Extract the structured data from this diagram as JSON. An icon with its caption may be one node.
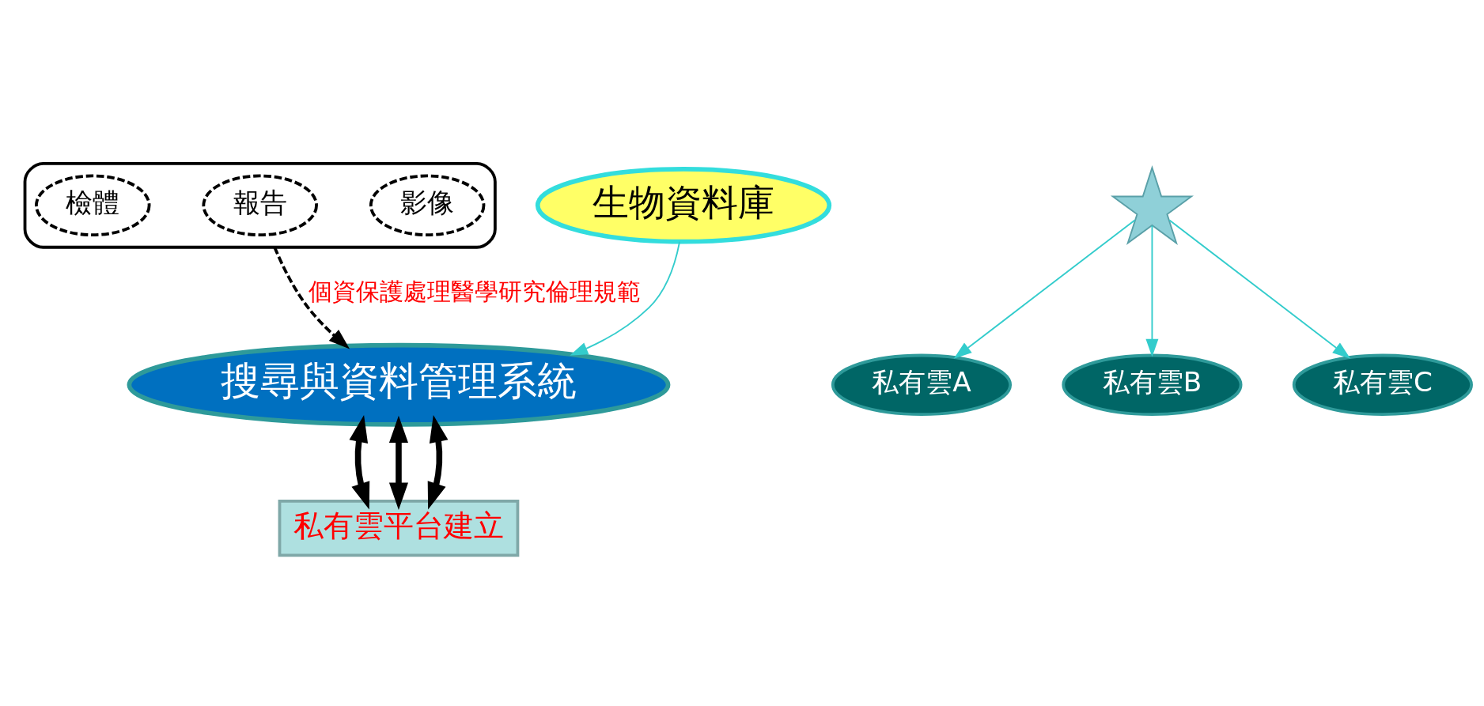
{
  "diagram": {
    "nodes": [
      {
        "text": [],
        "shape": "box"
      },
      {
        "text": [
          "影像"
        ],
        "in": 0
      },
      {
        "text": [
          "報告"
        ],
        "in": 0
      },
      {
        "text": [
          "檢體"
        ],
        "in": 0
      },
      {
        "text": [
          "生物資料庫"
        ]
      },
      {
        "text": [
          "搜尋與資料管理系統"
        ]
      },
      {
        "text": [],
        "shape": "star"
      },
      {
        "text": [
          "私有雲A"
        ]
      },
      {
        "text": [
          "私有雲B"
        ]
      },
      {
        "text": [
          "私有雲C"
        ]
      },
      {
        "text": [
          "私有雲平台建立"
        ]
      }
    ],
    "edges": [
      {
        "from": 0,
        "to": 5,
        "arrow": "to",
        "label": "個資保護處理醫學研究倫理規範",
        "style": "dashed",
        "color": "#000000"
      },
      {
        "from": 4,
        "to": 5,
        "arrow": "to",
        "color": "#33cccc"
      },
      {
        "from": 5,
        "to": 10,
        "arrow": "both",
        "style": "thick",
        "color": "#000000"
      },
      {
        "from": 5,
        "to": 10,
        "arrow": "both",
        "style": "thick",
        "color": "#000000"
      },
      {
        "from": 5,
        "to": 10,
        "arrow": "both",
        "style": "thick",
        "color": "#000000"
      },
      {
        "from": 6,
        "to": 7,
        "arrow": "to",
        "color": "#33cccc"
      },
      {
        "from": 6,
        "to": 8,
        "arrow": "to",
        "color": "#33cccc"
      },
      {
        "from": 6,
        "to": 9,
        "arrow": "to",
        "color": "#33cccc"
      }
    ]
  }
}
